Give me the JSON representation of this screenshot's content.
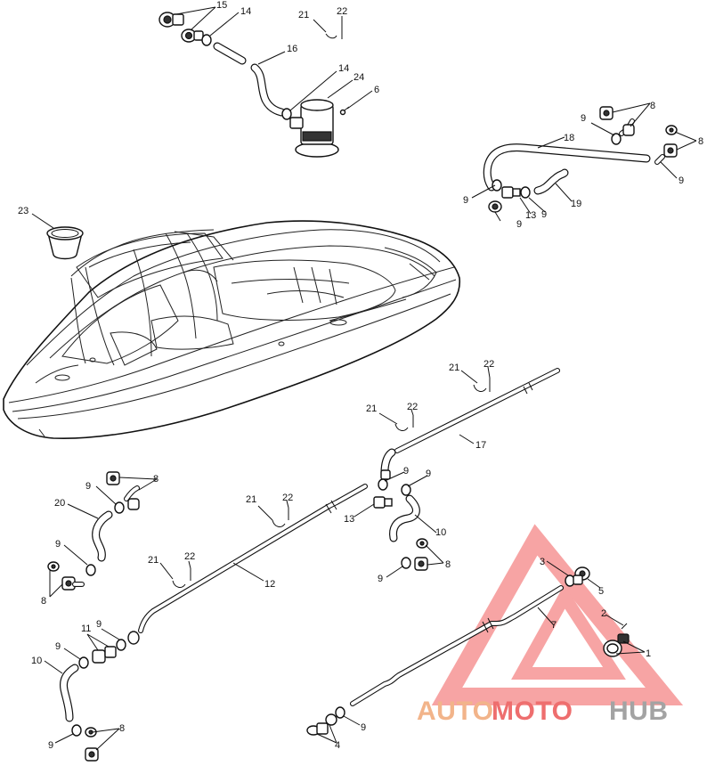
{
  "callouts": {
    "c1": "1",
    "c2": "2",
    "c3": "3",
    "c4": "4",
    "c5": "5",
    "c6": "6",
    "c7": "7",
    "c8": "8",
    "c9": "9",
    "c10": "10",
    "c11": "11",
    "c12": "12",
    "c13": "13",
    "c14": "14",
    "c15": "15",
    "c16": "16",
    "c17": "17",
    "c18": "18",
    "c19": "19",
    "c20": "20",
    "c21": "21",
    "c22": "22",
    "c23": "23",
    "c24": "24"
  },
  "watermark": {
    "part1": "AUTO",
    "part2": "MOTO",
    "part3": "HUB",
    "color1": "#f2b48a",
    "color2": "#ee6e6e",
    "color3": "#a3a3a3",
    "triangle_color": "#f15a5a"
  }
}
